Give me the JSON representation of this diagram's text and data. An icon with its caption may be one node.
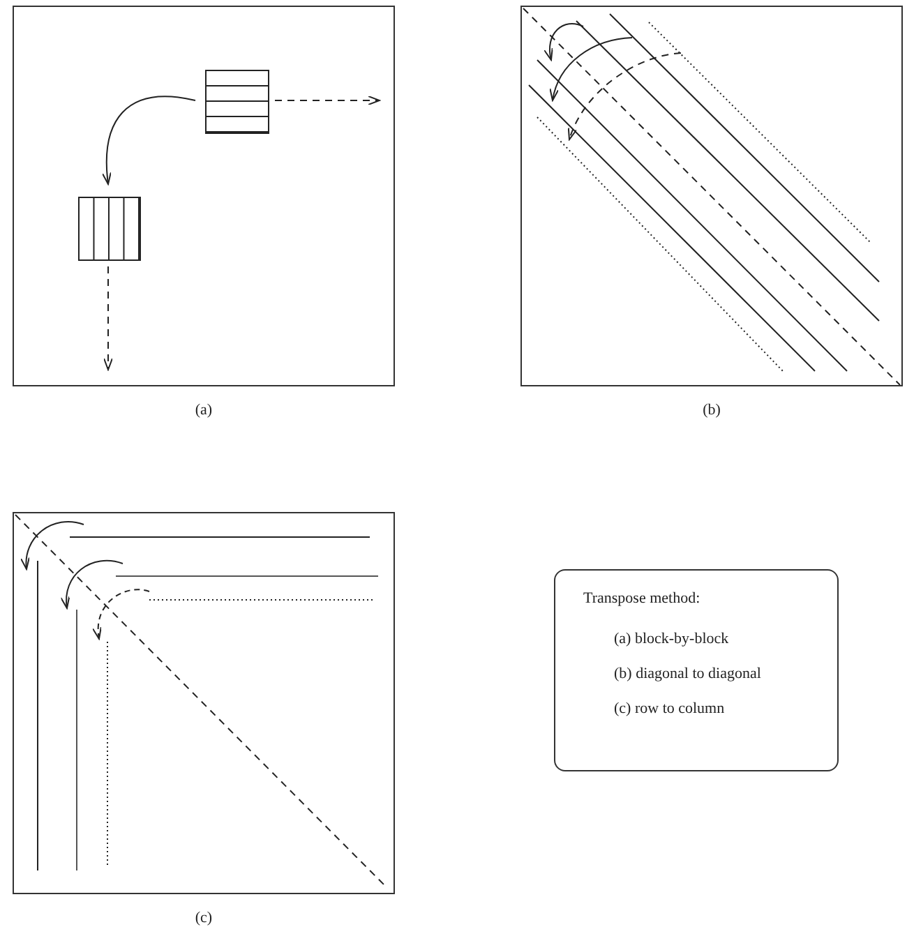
{
  "diagram": {
    "nodes": [
      {
        "text": [],
        "shape": "box",
        "beside": [
          "(a)"
        ]
      },
      {
        "text": [],
        "shape": "box",
        "in": 0
      },
      {
        "text": [],
        "shape": "box",
        "in": 0
      },
      {
        "text": [],
        "shape": "box",
        "beside": [
          "(b)"
        ]
      },
      {
        "text": [],
        "shape": "box",
        "beside": [
          "(c)"
        ]
      },
      {
        "text": [
          "Transpose method:",
          "(a) block-by-block",
          "(b) diagonal to diagonal",
          "(c) row to column"
        ]
      }
    ],
    "edges": [
      {
        "from": 1,
        "to": 2,
        "arrow": "to"
      },
      {
        "from": 1,
        "to": null,
        "arrow": "to",
        "style": "dashed"
      },
      {
        "from": 2,
        "to": null,
        "arrow": "to",
        "style": "dashed"
      }
    ]
  }
}
